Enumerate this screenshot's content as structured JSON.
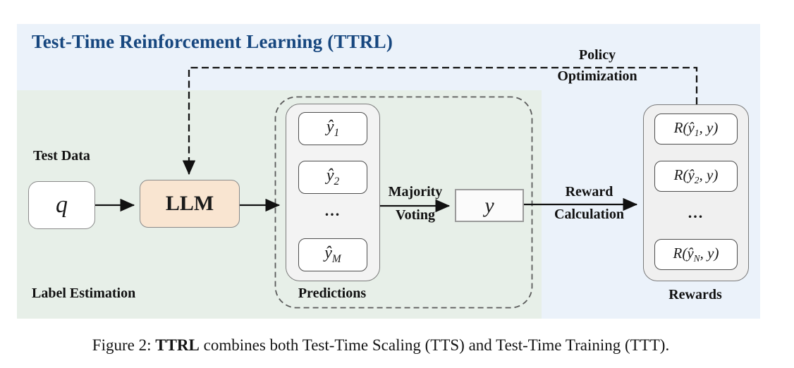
{
  "colors": {
    "panel-blue": "#ebf2fa",
    "panel-green": "#e7efe8",
    "title-navy": "#17477f",
    "llm-peach": "#f9e5d1",
    "container-gray": "#f3f3f3",
    "ink": "#1a1a1a"
  },
  "title": "Test-Time Reinforcement Learning (TTRL)",
  "labels": {
    "test_data": "Test Data",
    "label_estimation": "Label Estimation",
    "predictions": "Predictions",
    "rewards": "Rewards"
  },
  "nodes": {
    "query": "q",
    "llm": "LLM",
    "voted_label": "y"
  },
  "predictions": {
    "items": [
      {
        "base": "ŷ",
        "sub": "1"
      },
      {
        "base": "ŷ",
        "sub": "2"
      },
      {
        "base": "ŷ",
        "sub": "M"
      }
    ],
    "ellipsis": "..."
  },
  "rewards": {
    "items": [
      {
        "pre": "R(ŷ",
        "sub": "1",
        "post": ", y)"
      },
      {
        "pre": "R(ŷ",
        "sub": "2",
        "post": ", y)"
      },
      {
        "pre": "R(ŷ",
        "sub": "N",
        "post": ", y)"
      }
    ],
    "ellipsis": "..."
  },
  "edges": {
    "policy_optimization": {
      "line1": "Policy",
      "line2": "Optimization"
    },
    "majority_voting": {
      "line1": "Majority",
      "line2": "Voting"
    },
    "reward_calculation": {
      "line1": "Reward",
      "line2": "Calculation"
    }
  },
  "caption": {
    "prefix": "Figure 2: ",
    "bold": "TTRL",
    "suffix": " combines both Test-Time Scaling (TTS) and Test-Time Training (TTT)."
  }
}
